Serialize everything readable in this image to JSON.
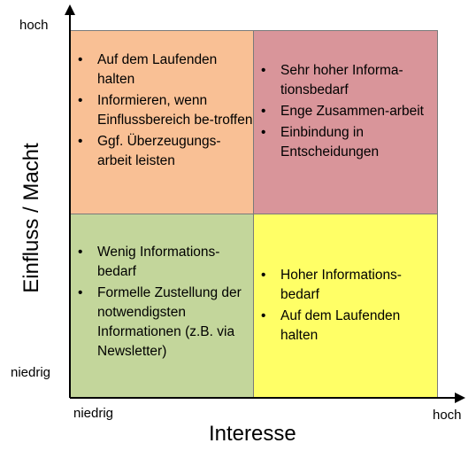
{
  "axes": {
    "y_title": "Einfluss / Macht",
    "x_title": "Interesse",
    "y_high": "hoch",
    "y_low": "niedrig",
    "x_low": "niedrig",
    "x_high": "hoch"
  },
  "quadrants": {
    "top_left": {
      "color": "#f9c095",
      "items": [
        "Auf dem Laufenden halten",
        "Informieren, wenn Einflussbereich be-troffen",
        "Ggf. Überzeugungs-arbeit leisten"
      ]
    },
    "top_right": {
      "color": "#d9959a",
      "items": [
        "Sehr hoher Informa-tionsbedarf",
        "Enge Zusammen-arbeit",
        "Einbindung in Entscheidungen"
      ]
    },
    "bottom_left": {
      "color": "#c3d69b",
      "items": [
        "Wenig Informations-bedarf",
        "Formelle Zustellung der notwendigsten Informationen (z.B. via Newsletter)"
      ]
    },
    "bottom_right": {
      "color": "#ffff66",
      "items": [
        "Hoher Informations-bedarf",
        "Auf dem Laufenden halten"
      ]
    }
  }
}
